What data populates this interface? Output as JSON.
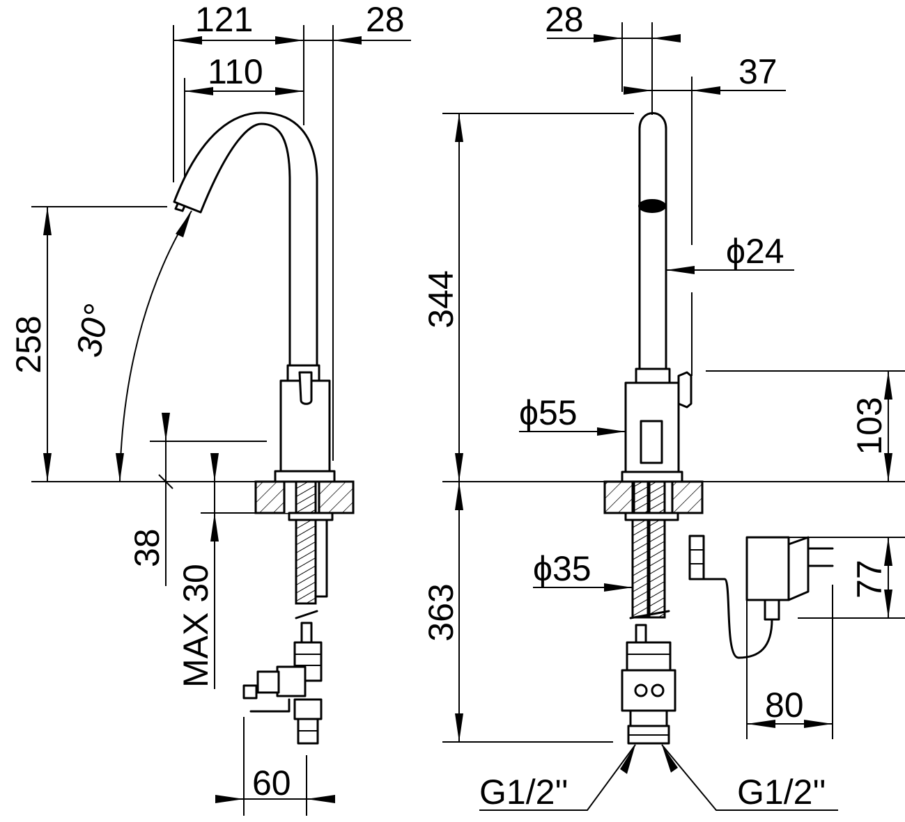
{
  "dimensions": {
    "side": {
      "dim_121": "121",
      "dim_28": "28",
      "dim_110": "110",
      "height_258": "258",
      "angle_30": "30°",
      "dim_38": "38",
      "max_30": "MAX 30",
      "width_60": "60"
    },
    "front": {
      "dim_28": "28",
      "dim_37": "37",
      "height_344": "344",
      "diameter_24": "ϕ24",
      "diameter_55": "ϕ55",
      "height_103": "103",
      "height_363": "363",
      "diameter_35": "ϕ35",
      "height_77": "77",
      "width_80": "80",
      "thread_left": "G1/2''",
      "thread_right": "G1/2''"
    }
  },
  "colors": {
    "line": "#000000",
    "background": "#ffffff"
  }
}
